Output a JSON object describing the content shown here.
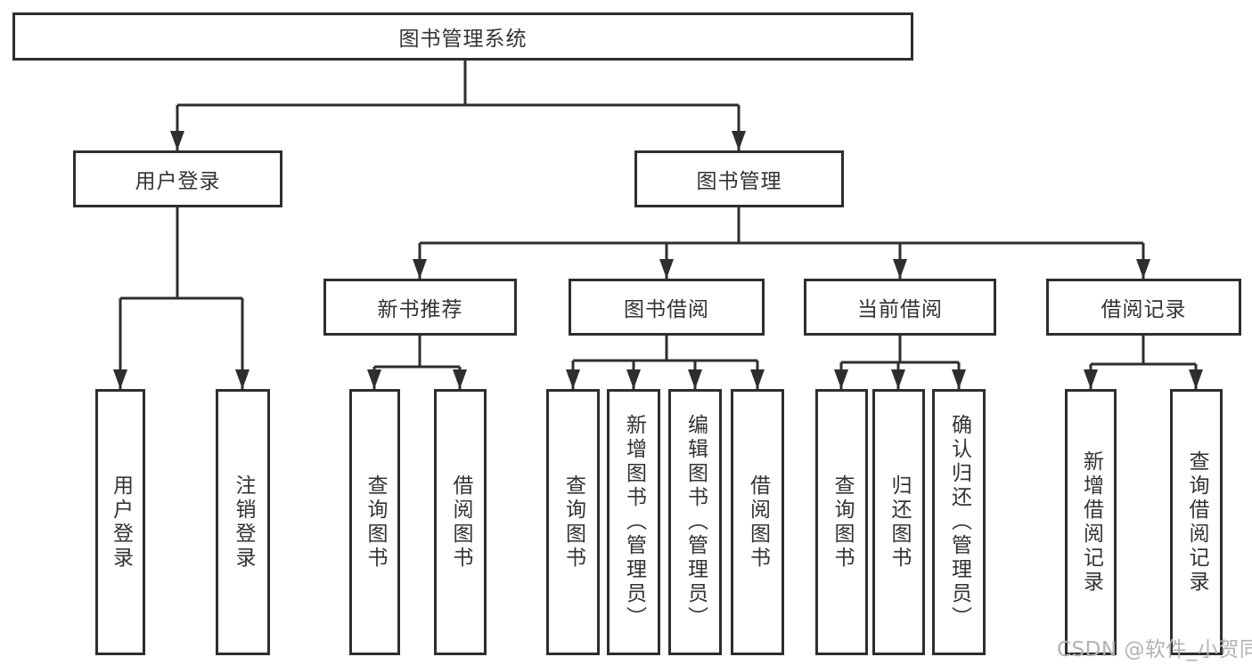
{
  "tree": {
    "root": {
      "label": "图书管理系统"
    },
    "level2": [
      {
        "label": "用户登录",
        "children": [
          {
            "label": "用户登录"
          },
          {
            "label": "注销登录"
          }
        ]
      },
      {
        "label": "图书管理",
        "children": [
          {
            "label": "新书推荐",
            "children": [
              {
                "label": "查询图书"
              },
              {
                "label": "借阅图书"
              }
            ]
          },
          {
            "label": "图书借阅",
            "children": [
              {
                "label": "查询图书"
              },
              {
                "label": "新增图书（管理员）"
              },
              {
                "label": "编辑图书（管理员）"
              },
              {
                "label": "借阅图书"
              }
            ]
          },
          {
            "label": "当前借阅",
            "children": [
              {
                "label": "查询图书"
              },
              {
                "label": "归还图书"
              },
              {
                "label": "确认归还（管理员）"
              }
            ]
          },
          {
            "label": "借阅记录",
            "children": [
              {
                "label": "新增借阅记录"
              },
              {
                "label": "查询借阅记录"
              }
            ]
          }
        ]
      }
    ]
  },
  "watermark": "CSDN @软件_小贺同学",
  "colors": {
    "line": "#2e2e2e",
    "box_border": "#2e2e2e",
    "text": "#333333",
    "watermark": "#b2b2b2",
    "background": "#ffffff"
  }
}
